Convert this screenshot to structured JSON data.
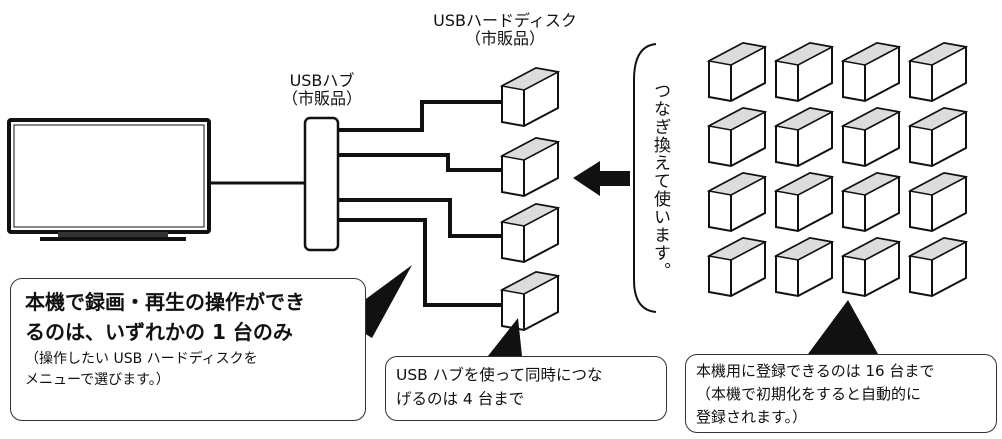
{
  "hdd_label": {
    "line1": "USBハードディスク",
    "line2": "（市販品）"
  },
  "hub_label": {
    "line1": "USBハブ",
    "line2": "（市販品）"
  },
  "swap_note": "つなぎ換えて使います。",
  "callout_main": {
    "line1": "本機で録画・再生の操作ができ",
    "line2": "るのは、いずれかの 1 台のみ",
    "sub1": "（操作したい USB ハードディスクを",
    "sub2": "メニューで選びます。）"
  },
  "callout_hub": {
    "line1": "USB ハブを使って同時につな",
    "line2": "げるのは 4 台まで"
  },
  "callout_register": {
    "line1": "本機用に登録できるのは 16 台まで",
    "line2": "（本機で初期化をすると自動的に",
    "line3": "登録されます。）"
  },
  "counts": {
    "hub_connected_drives": 4,
    "registered_drives": 16
  }
}
